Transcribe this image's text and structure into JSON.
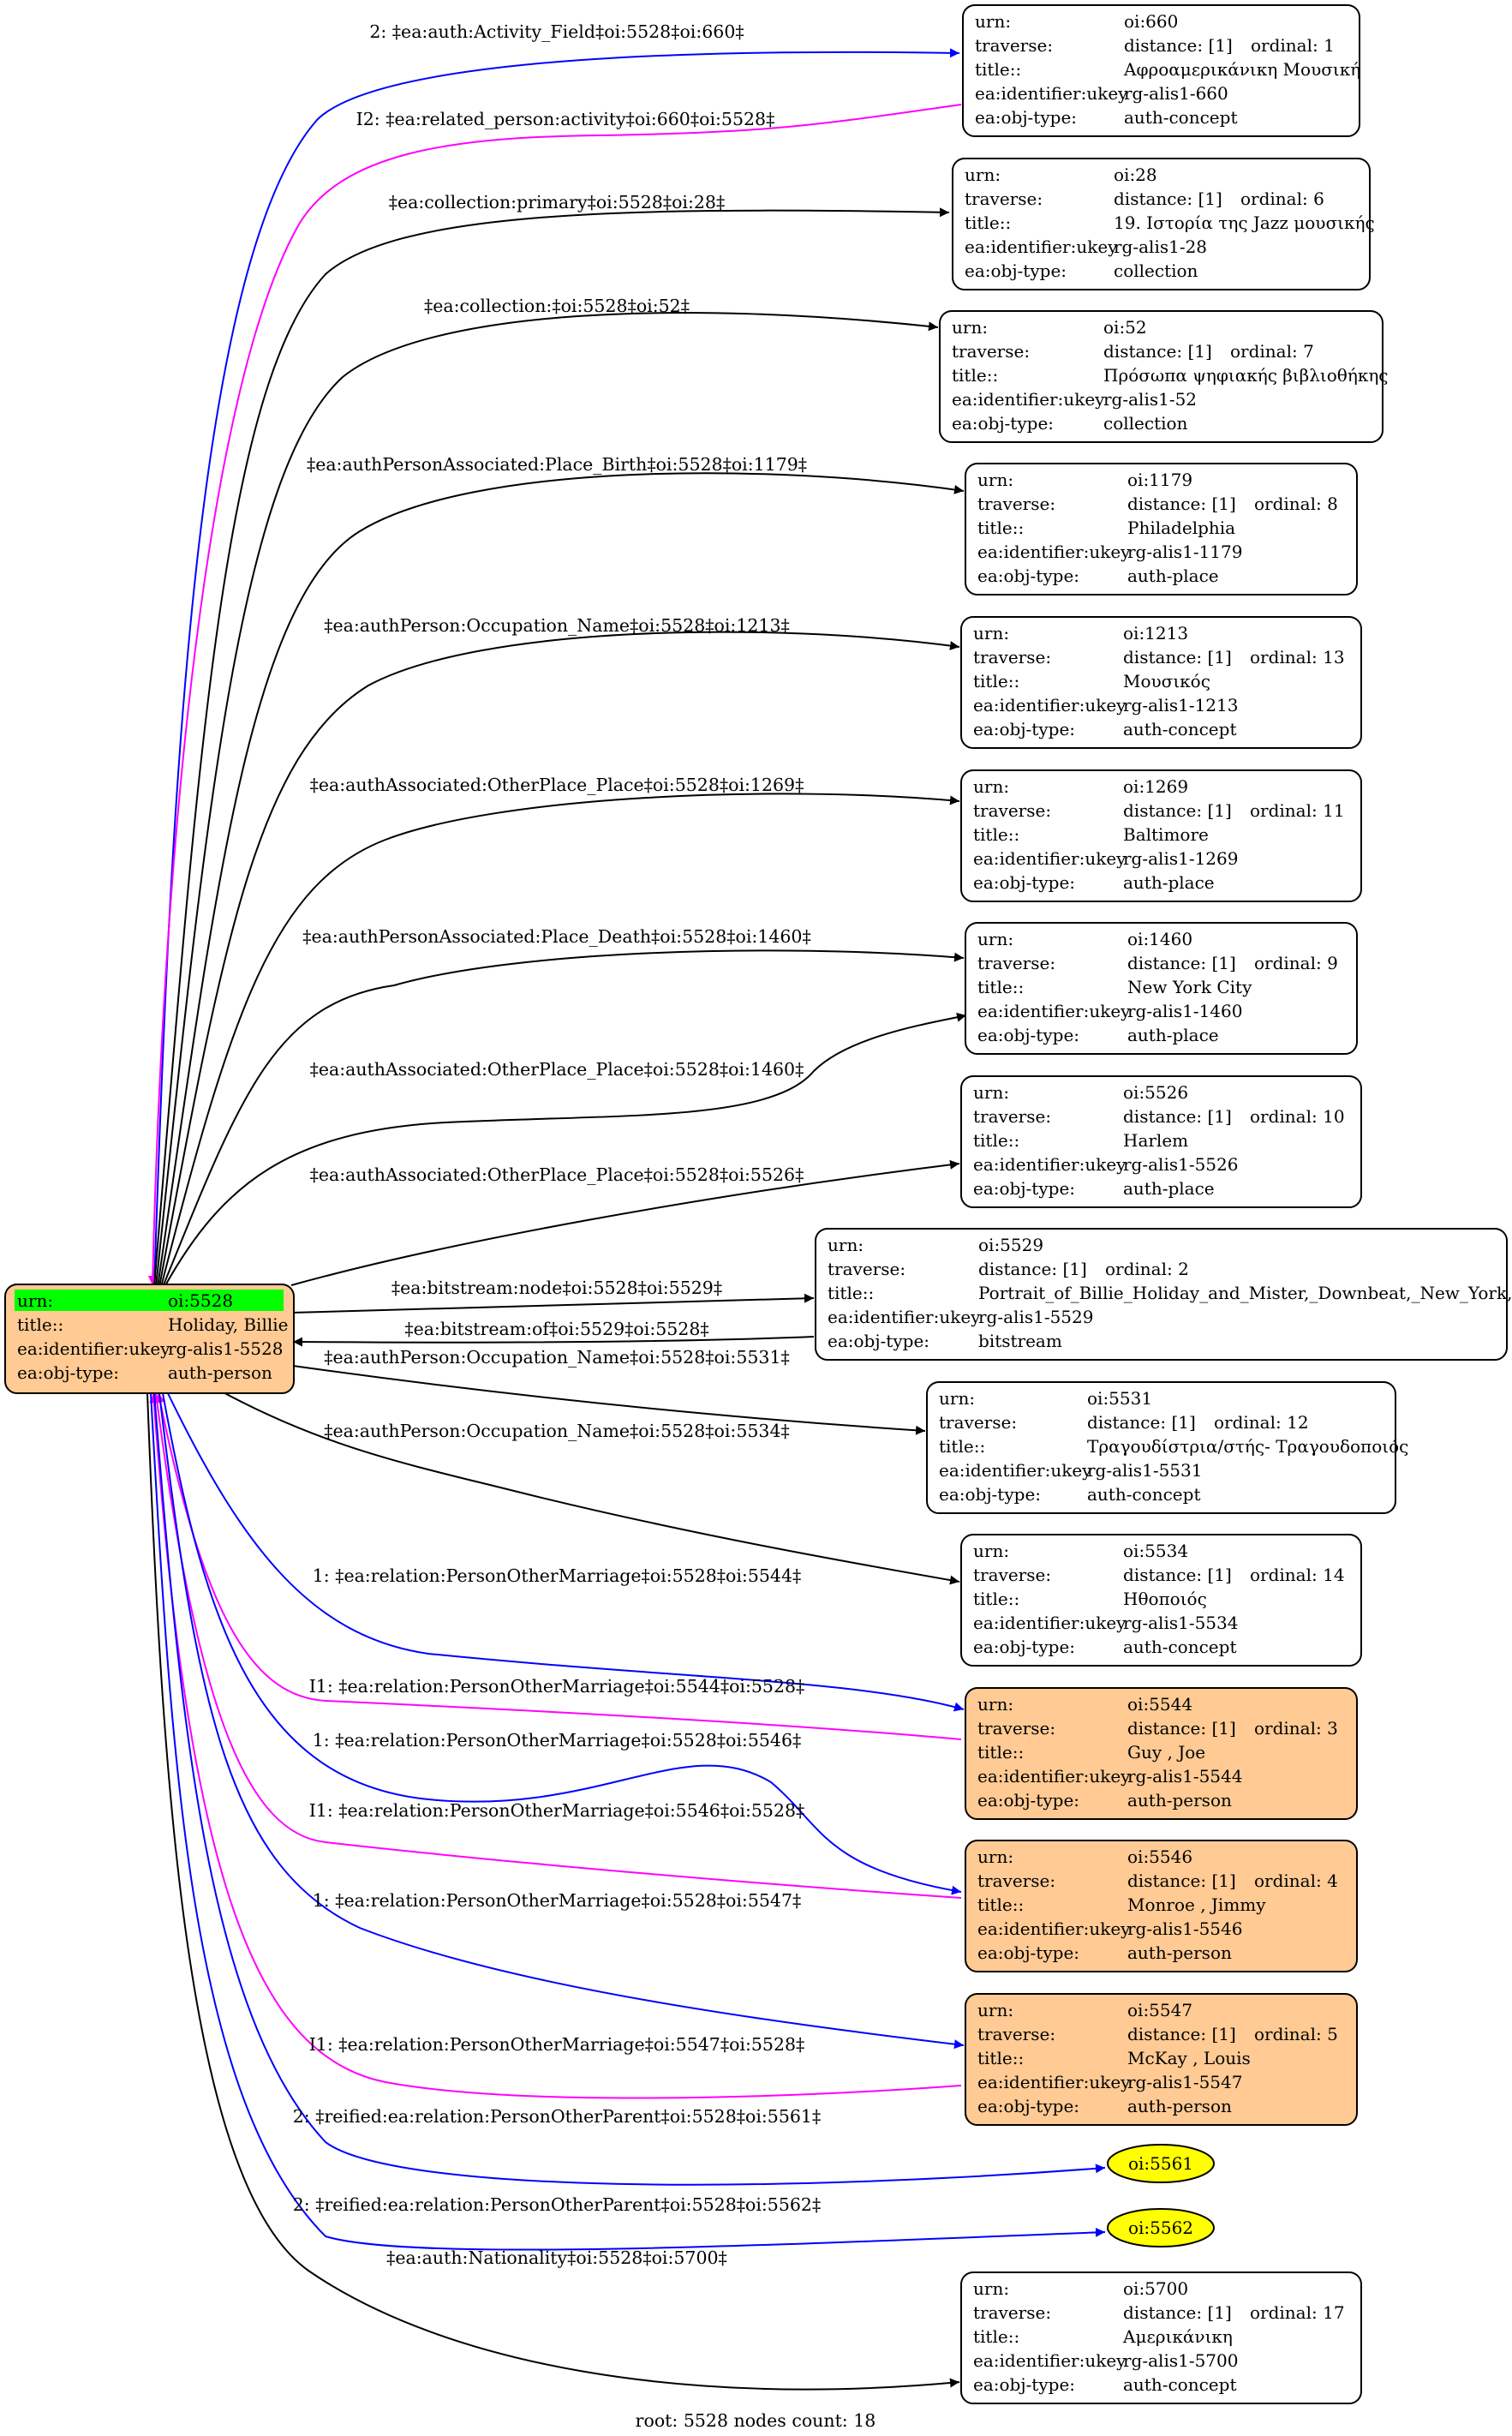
{
  "colors": {
    "person_fill": "#ffca93",
    "root_highlight": "#00ff00",
    "reified_fill": "#ffff00",
    "edge_forward": "#0000ff",
    "edge_inverse": "#ff00ff",
    "edge_plain": "#000000"
  },
  "root": {
    "rows": [
      {
        "key": "urn:",
        "val": "oi:5528"
      },
      {
        "key": "title::",
        "val": "Holiday, Billie"
      },
      {
        "key": "ea:identifier:ukey",
        "val": "rg-alis1-5528"
      },
      {
        "key": "ea:obj-type:",
        "val": "auth-person"
      }
    ]
  },
  "nodes": [
    {
      "id": "660",
      "style": "plain",
      "urn": "oi:660",
      "distance": "distance: [1]",
      "ordinal": "ordinal: 1",
      "title": "Αφροαμερικάνικη Μουσική",
      "ukey": "rg-alis1-660",
      "type": "auth-concept"
    },
    {
      "id": "28",
      "style": "plain",
      "urn": "oi:28",
      "distance": "distance: [1]",
      "ordinal": "ordinal: 6",
      "title": "19. Ιστορία της Jazz μουσικής",
      "ukey": "rg-alis1-28",
      "type": "collection"
    },
    {
      "id": "52",
      "style": "plain",
      "urn": "oi:52",
      "distance": "distance: [1]",
      "ordinal": "ordinal: 7",
      "title": "Πρόσωπα ψηφιακής βιβλιοθήκης",
      "ukey": "rg-alis1-52",
      "type": "collection"
    },
    {
      "id": "1179",
      "style": "plain",
      "urn": "oi:1179",
      "distance": "distance: [1]",
      "ordinal": "ordinal: 8",
      "title": "Philadelphia",
      "ukey": "rg-alis1-1179",
      "type": "auth-place"
    },
    {
      "id": "1213",
      "style": "plain",
      "urn": "oi:1213",
      "distance": "distance: [1]",
      "ordinal": "ordinal: 13",
      "title": "Μουσικός",
      "ukey": "rg-alis1-1213",
      "type": "auth-concept"
    },
    {
      "id": "1269",
      "style": "plain",
      "urn": "oi:1269",
      "distance": "distance: [1]",
      "ordinal": "ordinal: 11",
      "title": "Baltimore",
      "ukey": "rg-alis1-1269",
      "type": "auth-place"
    },
    {
      "id": "1460",
      "style": "plain",
      "urn": "oi:1460",
      "distance": "distance: [1]",
      "ordinal": "ordinal: 9",
      "title": "New York City",
      "ukey": "rg-alis1-1460",
      "type": "auth-place"
    },
    {
      "id": "5526",
      "style": "plain",
      "urn": "oi:5526",
      "distance": "distance: [1]",
      "ordinal": "ordinal: 10",
      "title": "Harlem",
      "ukey": "rg-alis1-5526",
      "type": "auth-place"
    },
    {
      "id": "5529",
      "style": "plain",
      "urn": "oi:5529",
      "distance": "distance: [1]",
      "ordinal": "ordinal: 2",
      "title": "Portrait_of_Billie_Holiday_and_Mister,_Downbeat,_New_York,...",
      "ukey": "rg-alis1-5529",
      "type": "bitstream"
    },
    {
      "id": "5531",
      "style": "plain",
      "urn": "oi:5531",
      "distance": "distance: [1]",
      "ordinal": "ordinal: 12",
      "title": "Τραγουδίστρια/στής- Τραγουδοποιός",
      "ukey": "rg-alis1-5531",
      "type": "auth-concept"
    },
    {
      "id": "5534",
      "style": "plain",
      "urn": "oi:5534",
      "distance": "distance: [1]",
      "ordinal": "ordinal: 14",
      "title": "Ηθοποιός",
      "ukey": "rg-alis1-5534",
      "type": "auth-concept"
    },
    {
      "id": "5544",
      "style": "person",
      "urn": "oi:5544",
      "distance": "distance: [1]",
      "ordinal": "ordinal: 3",
      "title": "Guy , Joe",
      "ukey": "rg-alis1-5544",
      "type": "auth-person"
    },
    {
      "id": "5546",
      "style": "person",
      "urn": "oi:5546",
      "distance": "distance: [1]",
      "ordinal": "ordinal: 4",
      "title": "Monroe , Jimmy",
      "ukey": "rg-alis1-5546",
      "type": "auth-person"
    },
    {
      "id": "5547",
      "style": "person",
      "urn": "oi:5547",
      "distance": "distance: [1]",
      "ordinal": "ordinal: 5",
      "title": "McKay , Louis",
      "ukey": "rg-alis1-5547",
      "type": "auth-person"
    },
    {
      "id": "5700",
      "style": "plain",
      "urn": "oi:5700",
      "distance": "distance: [1]",
      "ordinal": "ordinal: 17",
      "title": "Αμερικάνικη",
      "ukey": "rg-alis1-5700",
      "type": "auth-concept"
    }
  ],
  "row_keys": {
    "urn": "urn:",
    "traverse": "traverse:",
    "title": "title::",
    "ukey": "ea:identifier:ukey",
    "type": "ea:obj-type:"
  },
  "reified": [
    {
      "id": "5561",
      "label": "oi:5561"
    },
    {
      "id": "5562",
      "label": "oi:5562"
    }
  ],
  "edges": [
    {
      "id": "e1",
      "color": "blue",
      "label": "2: ‡ea:auth:Activity_Field‡oi:5528‡oi:660‡"
    },
    {
      "id": "e2",
      "color": "magenta",
      "label": "I2: ‡ea:related_person:activity‡oi:660‡oi:5528‡"
    },
    {
      "id": "e3",
      "color": "black",
      "label": "‡ea:collection:primary‡oi:5528‡oi:28‡"
    },
    {
      "id": "e4",
      "color": "black",
      "label": "‡ea:collection:‡oi:5528‡oi:52‡"
    },
    {
      "id": "e5",
      "color": "black",
      "label": "‡ea:authPersonAssociated:Place_Birth‡oi:5528‡oi:1179‡"
    },
    {
      "id": "e6",
      "color": "black",
      "label": "‡ea:authPerson:Occupation_Name‡oi:5528‡oi:1213‡"
    },
    {
      "id": "e7",
      "color": "black",
      "label": "‡ea:authAssociated:OtherPlace_Place‡oi:5528‡oi:1269‡"
    },
    {
      "id": "e8",
      "color": "black",
      "label": "‡ea:authPersonAssociated:Place_Death‡oi:5528‡oi:1460‡"
    },
    {
      "id": "e9",
      "color": "black",
      "label": "‡ea:authAssociated:OtherPlace_Place‡oi:5528‡oi:1460‡"
    },
    {
      "id": "e10",
      "color": "black",
      "label": "‡ea:authAssociated:OtherPlace_Place‡oi:5528‡oi:5526‡"
    },
    {
      "id": "e11",
      "color": "black",
      "label": "‡ea:bitstream:node‡oi:5528‡oi:5529‡"
    },
    {
      "id": "e12",
      "color": "black",
      "label": "‡ea:bitstream:of‡oi:5529‡oi:5528‡"
    },
    {
      "id": "e13",
      "color": "black",
      "label": "‡ea:authPerson:Occupation_Name‡oi:5528‡oi:5531‡"
    },
    {
      "id": "e14",
      "color": "black",
      "label": "‡ea:authPerson:Occupation_Name‡oi:5528‡oi:5534‡"
    },
    {
      "id": "e15",
      "color": "blue",
      "label": "1: ‡ea:relation:PersonOtherMarriage‡oi:5528‡oi:5544‡"
    },
    {
      "id": "e16",
      "color": "magenta",
      "label": "I1: ‡ea:relation:PersonOtherMarriage‡oi:5544‡oi:5528‡"
    },
    {
      "id": "e17",
      "color": "blue",
      "label": "1: ‡ea:relation:PersonOtherMarriage‡oi:5528‡oi:5546‡"
    },
    {
      "id": "e18",
      "color": "magenta",
      "label": "I1: ‡ea:relation:PersonOtherMarriage‡oi:5546‡oi:5528‡"
    },
    {
      "id": "e19",
      "color": "blue",
      "label": "1: ‡ea:relation:PersonOtherMarriage‡oi:5528‡oi:5547‡"
    },
    {
      "id": "e20",
      "color": "magenta",
      "label": "I1: ‡ea:relation:PersonOtherMarriage‡oi:5547‡oi:5528‡"
    },
    {
      "id": "e21",
      "color": "blue",
      "label": "2: ‡reified:ea:relation:PersonOtherParent‡oi:5528‡oi:5561‡"
    },
    {
      "id": "e22",
      "color": "blue",
      "label": "2: ‡reified:ea:relation:PersonOtherParent‡oi:5528‡oi:5562‡"
    },
    {
      "id": "e23",
      "color": "black",
      "label": "‡ea:auth:Nationality‡oi:5528‡oi:5700‡"
    }
  ],
  "footer": "root: 5528 nodes count: 18"
}
